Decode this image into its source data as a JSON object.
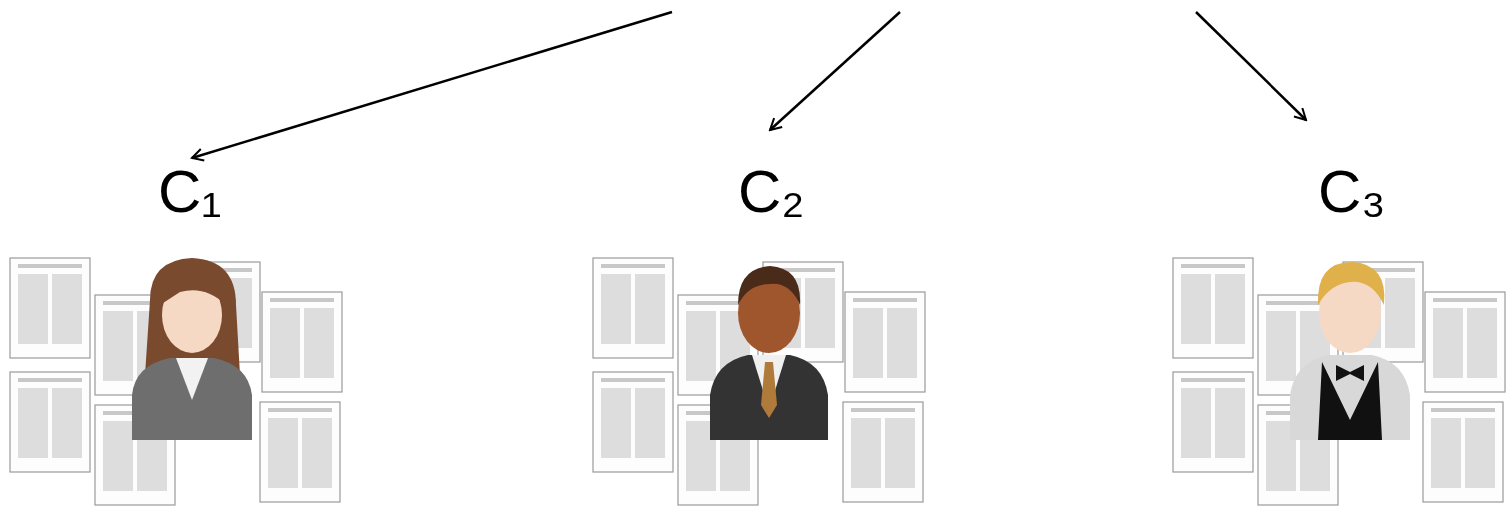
{
  "diagram": {
    "labels": [
      "C₁",
      "C₂",
      "C₃"
    ]
  }
}
